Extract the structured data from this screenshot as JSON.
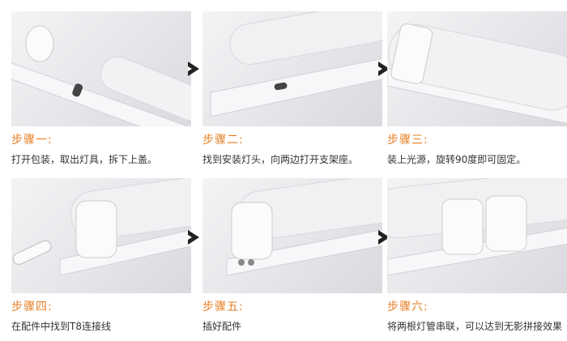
{
  "steps": [
    {
      "title": "步骤一:",
      "desc": "打开包装，取出灯具，拆下上盖。"
    },
    {
      "title": "步骤二:",
      "desc": "找到安装灯头，向两边打开支架座。"
    },
    {
      "title": "步骤三:",
      "desc": "装上光源，旋转90度即可固定。"
    },
    {
      "title": "步骤四:",
      "desc": "在配件中找到T8连接线"
    },
    {
      "title": "步骤五:",
      "desc": "插好配件"
    },
    {
      "title": "步骤六:",
      "desc": "将两根灯管串联，可以达到无影拼接效果"
    }
  ],
  "accent": "#e67e22"
}
